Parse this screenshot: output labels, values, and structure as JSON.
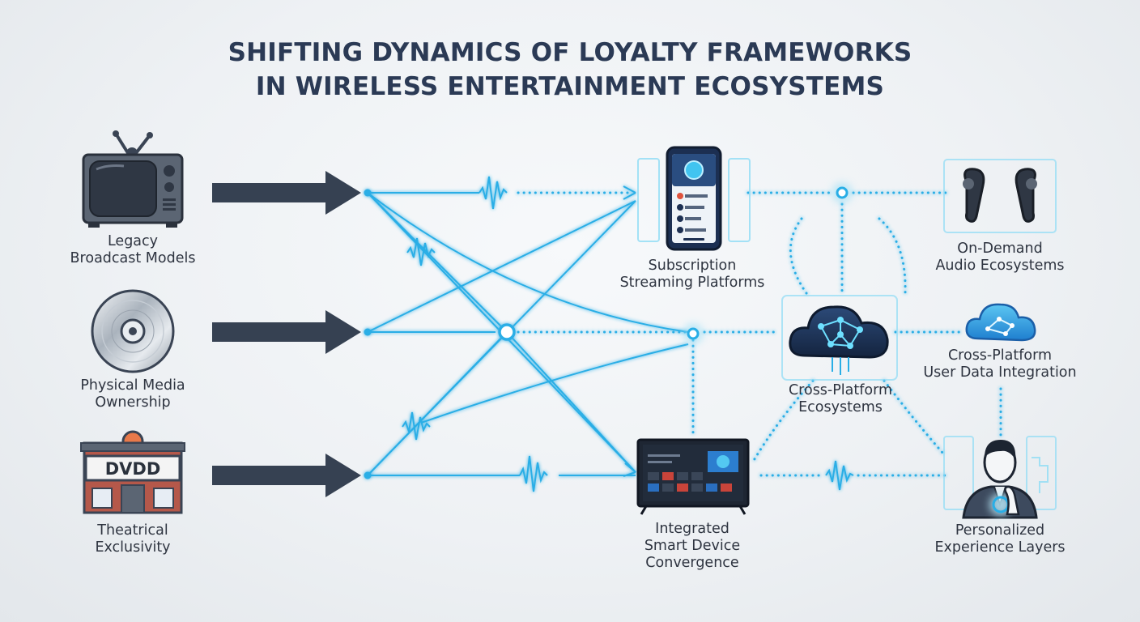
{
  "title": {
    "line1": "SHIFTING DYNAMICS OF LOYALTY FRAMEWORKS",
    "line2": "IN WIRELESS ENTERTAINMENT ECOSYSTEMS"
  },
  "legacy_nodes": [
    {
      "line1": "Legacy",
      "line2": "Broadcast Models",
      "icon": "television-icon"
    },
    {
      "line1": "Physical Media",
      "line2": "Ownership",
      "icon": "disc-icon"
    },
    {
      "line1": "Theatrical",
      "line2": "Exclusivity",
      "icon": "theater-icon"
    }
  ],
  "theater_marquee": "DVDD",
  "modern_nodes": [
    {
      "line1": "Subscription",
      "line2": "Streaming Platforms",
      "icon": "smartphone-icon"
    },
    {
      "line1": "Integrated",
      "line2": "Smart Device",
      "line3": "Convergence",
      "icon": "smart-tv-icon"
    },
    {
      "line1": "Cross-Platform",
      "line2": "Ecosystems",
      "icon": "cloud-network-icon"
    }
  ],
  "ecosystem_nodes": [
    {
      "line1": "On-Demand",
      "line2": "Audio Ecosystems",
      "icon": "earbuds-icon"
    },
    {
      "line1": "Cross-Platform",
      "line2": "User Data Integration",
      "icon": "cloud-icon"
    },
    {
      "line1": "Personalized",
      "line2": "Experience Layers",
      "icon": "person-touch-icon"
    }
  ],
  "colors": {
    "title": "#2b3a55",
    "arrow": "#364152",
    "signal": "#29aee6",
    "glow": "#8fdcf5",
    "icon_dark": "#3a4454",
    "icon_navy": "#1c2f52",
    "brick": "#b5584a"
  }
}
